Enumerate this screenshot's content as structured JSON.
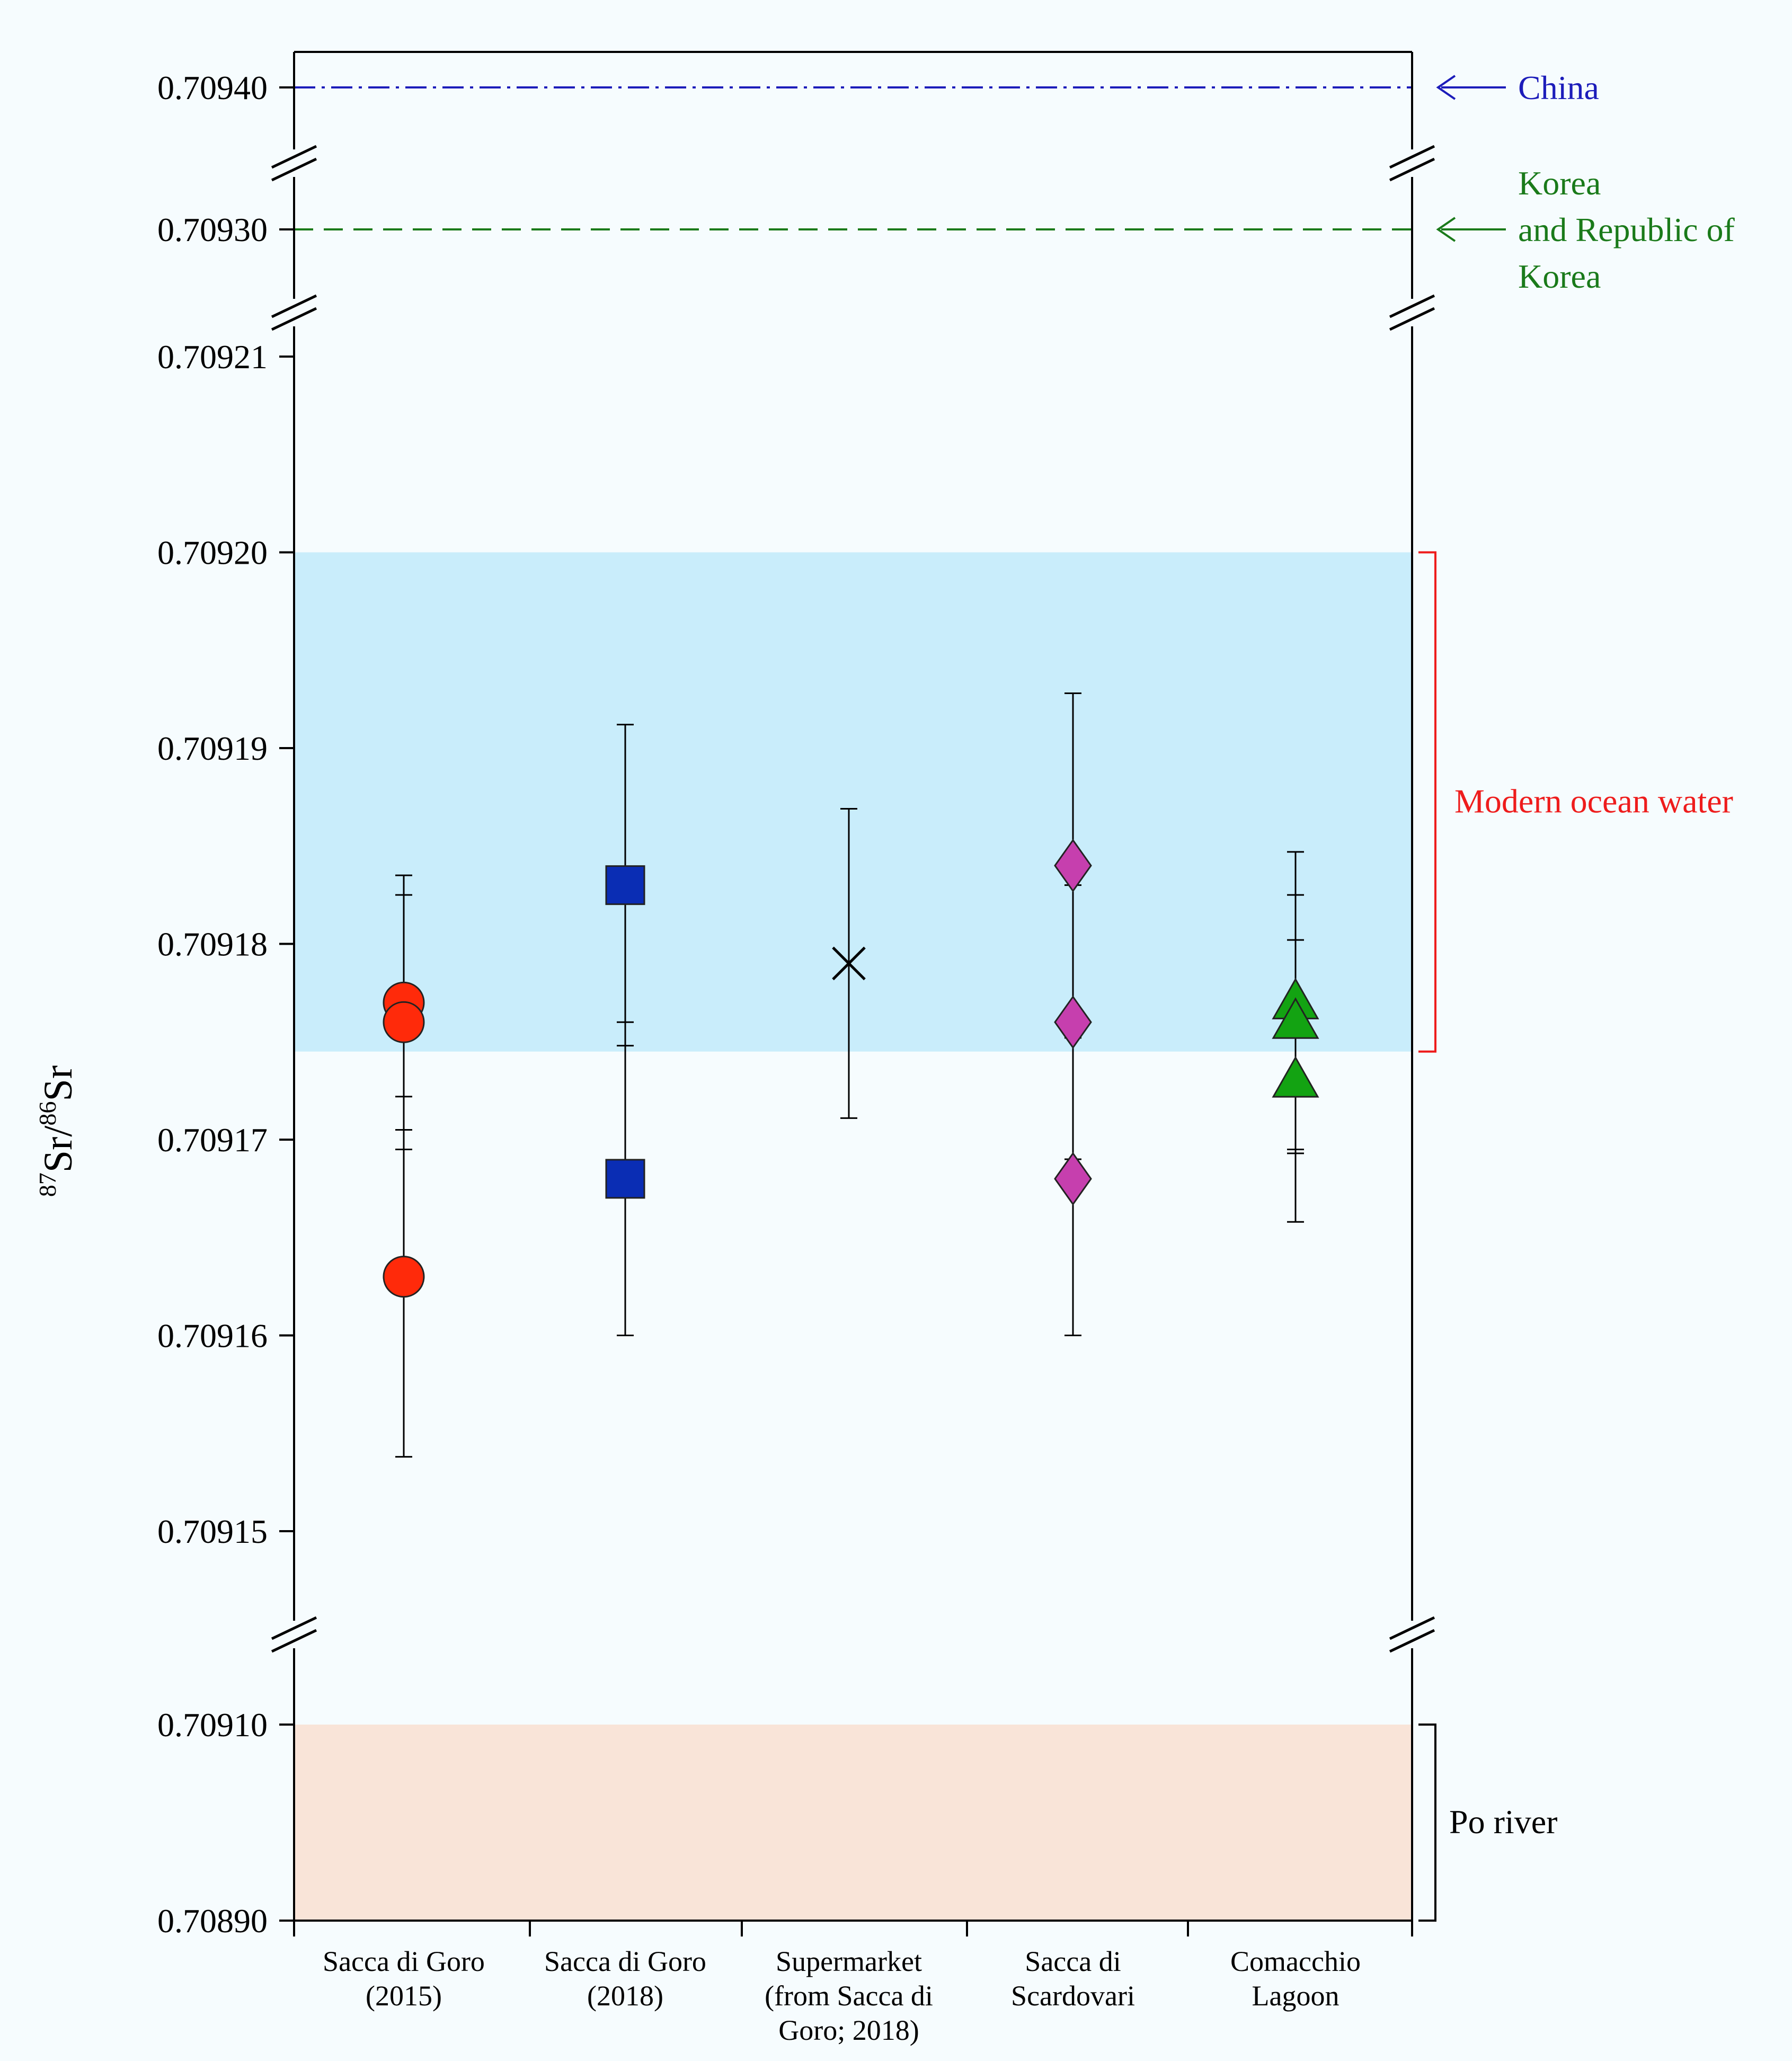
{
  "chart_data": {
    "type": "scatter",
    "xlabel": "",
    "ylabel": {
      "sup1": "87",
      "base1": "Sr/",
      "sup2": "86",
      "base2": "Sr"
    },
    "categories": [
      {
        "lines": [
          "Sacca di Goro",
          "(2015)"
        ]
      },
      {
        "lines": [
          "Sacca di Goro",
          "(2018)"
        ]
      },
      {
        "lines": [
          "Supermarket",
          "(from Sacca di",
          "Goro; 2018)"
        ]
      },
      {
        "lines": [
          "Sacca di",
          "Scardovari"
        ]
      },
      {
        "lines": [
          "Comacchio",
          "Lagoon"
        ]
      }
    ],
    "y_ticks": [
      "0.70940",
      "0.70930",
      "0.70921",
      "0.70920",
      "0.70919",
      "0.70918",
      "0.70917",
      "0.70916",
      "0.70915",
      "0.70910",
      "0.70890"
    ],
    "axis_breaks": [
      [
        0.7093,
        0.7094
      ],
      [
        0.70921,
        0.7093
      ],
      [
        0.7091,
        0.70915
      ]
    ],
    "series": [
      {
        "category": 0,
        "marker": "circle",
        "color": "#ff2a0a",
        "points": [
          {
            "y": 0.709177,
            "err": 6.5e-06
          },
          {
            "y": 0.709176,
            "err": 6.5e-06
          },
          {
            "y": 0.709163,
            "err": 9.2e-06
          }
        ]
      },
      {
        "category": 1,
        "marker": "square",
        "color": "#0a2db4",
        "points": [
          {
            "y": 0.709183,
            "err": 8.2e-06
          },
          {
            "y": 0.709168,
            "err": 8e-06
          }
        ]
      },
      {
        "category": 2,
        "marker": "x",
        "color": "#000000",
        "points": [
          {
            "y": 0.709179,
            "err": 7.9e-06
          }
        ]
      },
      {
        "category": 3,
        "marker": "diamond",
        "color": "#c63fae",
        "points": [
          {
            "y": 0.709184,
            "err": 8.8e-06
          },
          {
            "y": 0.709176,
            "err": 7e-06
          },
          {
            "y": 0.709168,
            "err": 8e-06
          }
        ]
      },
      {
        "category": 4,
        "marker": "triangle",
        "color": "#13a312",
        "points": [
          {
            "y": 0.709177,
            "err": 7.7e-06
          },
          {
            "y": 0.709176,
            "err": 6.5e-06
          },
          {
            "y": 0.709173,
            "err": 7.2e-06
          }
        ]
      }
    ],
    "bands": [
      {
        "label": "Modern ocean water",
        "from": 0.7091745,
        "to": 0.7092,
        "fill": "#c9edfb",
        "bracket_color": "#ee1c1c"
      },
      {
        "label": "Po river",
        "from": 0.7089,
        "to": 0.7091,
        "fill": "#f9e4d8",
        "bracket_color": "#000000"
      }
    ],
    "reference_lines": [
      {
        "label_lines": [
          "China"
        ],
        "y": 0.7094,
        "color": "#1c1cba",
        "dash": "dashdot"
      },
      {
        "label_lines": [
          "Korea",
          "and Republic of",
          "Korea"
        ],
        "y": 0.7093,
        "color": "#1a7a1a",
        "dash": "dashed"
      }
    ],
    "grid": false,
    "legend": "none"
  }
}
